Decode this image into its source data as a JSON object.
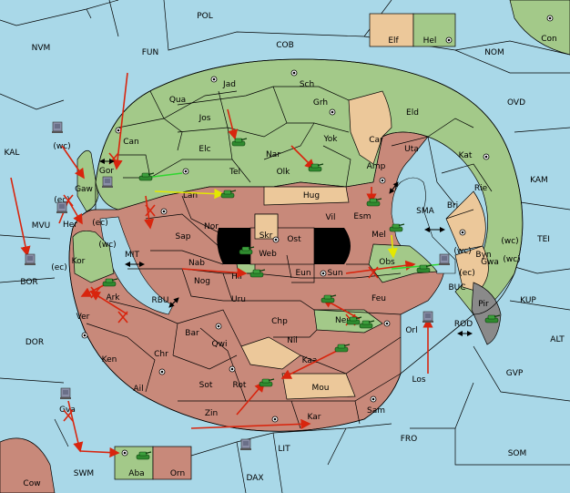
{
  "provinces": {
    "sea": [
      "POL",
      "COB",
      "NVM",
      "FUN",
      "NOM",
      "OVD",
      "KAL",
      "KAM",
      "TEI",
      "MVU",
      "MIT",
      "BOR",
      "RBU",
      "BUC",
      "SMA",
      "KUP",
      "ALT",
      "ROD",
      "DOR",
      "GVP",
      "FRO",
      "SOM",
      "SWM",
      "LIT",
      "DAX"
    ],
    "land": [
      "Con",
      "Elf",
      "Hel",
      "Jad",
      "Sch",
      "Qua",
      "Jos",
      "Can",
      "Grh",
      "Eld",
      "Car",
      "Elc",
      "Yok",
      "Nar",
      "Uta",
      "Kat",
      "Tel",
      "Olk",
      "Amp",
      "Gaw",
      "Gor",
      "Lan",
      "Hug",
      "Rie",
      "Bri",
      "Esm",
      "Vil",
      "Skr",
      "Ost",
      "Nor",
      "Sap",
      "Web",
      "Mel",
      "Her",
      "Nab",
      "Kor",
      "Byn",
      "Obs",
      "Hil",
      "Eun",
      "Sun",
      "Gwa",
      "Pir",
      "Nog",
      "Ark",
      "Uru",
      "Feu",
      "Ver",
      "Chp",
      "Neu",
      "Orl",
      "Bar",
      "Qwi",
      "Nil",
      "Ken",
      "Chr",
      "Kaa",
      "Ail",
      "Sot",
      "Rot",
      "Mou",
      "Los",
      "Zin",
      "Kar",
      "Sam",
      "Gva",
      "Aba",
      "Orn",
      "Cow"
    ]
  },
  "coast_labels": [
    "(ec)",
    "(wc)",
    "(ec)",
    "(wc)",
    "(wc)",
    "(ec)",
    "(wc)",
    "(ec)",
    "(wc)"
  ],
  "colors": {
    "sea": "#a9d8e8",
    "power_green": "#a3c989",
    "power_brown": "#c8897a",
    "neutral": "#ecc89a",
    "impassable": "#8a8a8a",
    "move_order": "#d8250e",
    "support_yellow": "#e4e800",
    "support_green": "#2fd62f"
  },
  "unit_types": {
    "army": "tank-icon",
    "fleet": "ship-icon"
  }
}
